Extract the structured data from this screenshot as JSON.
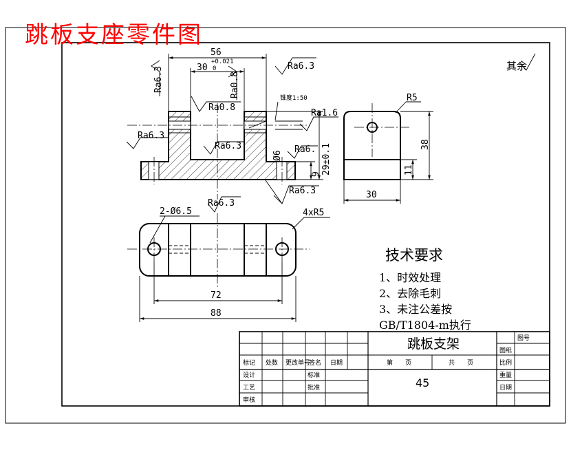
{
  "page_title": "跳板支座零件图",
  "other_roughness": "其余",
  "annotations": {
    "ra_6_3": "Ra6.3",
    "ra_0_8": "Ra0.8",
    "ra_1_6": "Ra1.6",
    "ra_6_partial": "Ra6.",
    "taper": "锥度1:50"
  },
  "dimensions": {
    "width_56": "56",
    "slot_30": "30",
    "slot_tol_upper": "+0.021",
    "slot_tol_lower": "0",
    "height_29": "29±0.1",
    "step_9": "9",
    "hole_6": "Ø6",
    "radius_r5": "R5",
    "height_38": "38",
    "height_11": "11",
    "width_30": "30",
    "holes_2x65": "2-Ø6.5",
    "radius_4r5": "4xR5",
    "pitch_72": "72",
    "length_88": "88"
  },
  "tech_req": {
    "title": "技术要求",
    "items": [
      "1、时效处理",
      "2、去除毛刺",
      "3、未注公差按",
      "GB/T1804-m执行"
    ]
  },
  "title_block": {
    "part_name": "跳板支架",
    "drawing_no_label": "图号",
    "material_value": "45",
    "row_headers": [
      "标记",
      "处数",
      "更改单号",
      "签名",
      "日期"
    ],
    "sheet_label": "第　　页",
    "total_label": "共　　页",
    "design_label": "设计",
    "standard_label": "标准",
    "process_label": "工艺",
    "approve_label": "批准",
    "review_label": "审核",
    "drawing_label": "图纸",
    "scale_label": "比例",
    "weight_label": "重量",
    "date_label": "日期"
  },
  "colors": {
    "title": "#ff0000",
    "lines": "#000000",
    "background": "#ffffff"
  }
}
